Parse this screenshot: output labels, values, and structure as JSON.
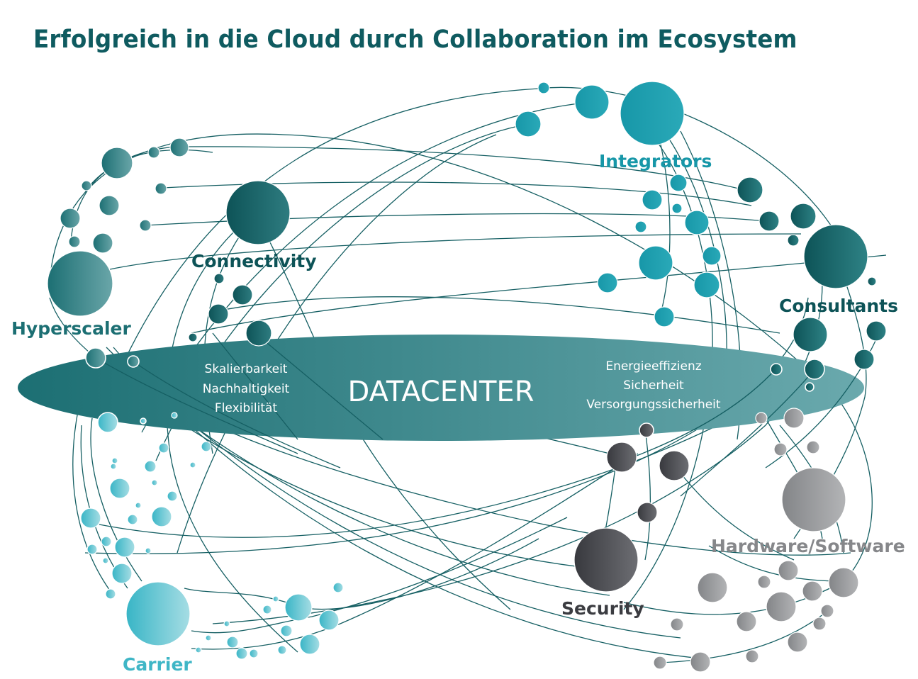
{
  "title": "Erfolgreich in die Cloud durch Collaboration im Ecosystem",
  "center": {
    "label": "DATACENTER",
    "left_attributes": [
      "Skalierbarkeit",
      "Nachhaltigkeit",
      "Flexibilität"
    ],
    "right_attributes": [
      "Energieeffizienz",
      "Sicherheit",
      "Versorgungssicherheit"
    ]
  },
  "groups": [
    {
      "id": "hyperscaler",
      "label": "Hyperscaler",
      "color": "#1c6f73",
      "light": "#6aa6a9"
    },
    {
      "id": "connectivity",
      "label": "Connectivity",
      "color": "#0d5357",
      "light": "#2e7c80"
    },
    {
      "id": "integrators",
      "label": "Integrators",
      "color": "#1797a8",
      "light": "#2aa9b8"
    },
    {
      "id": "consultants",
      "label": "Consultants",
      "color": "#0d5357",
      "light": "#2e8285"
    },
    {
      "id": "hardware-software",
      "label": "Hardware/Software",
      "color": "#838588",
      "light": "#b3b4b6"
    },
    {
      "id": "security",
      "label": "Security",
      "color": "#38393e",
      "light": "#6d6e73"
    },
    {
      "id": "carrier",
      "label": "Carrier",
      "color": "#38b5c6",
      "light": "#a6dde4"
    }
  ],
  "colors": {
    "title": "#0f5b60",
    "line": "#155f63",
    "ellipse_dark": "#1c6f73",
    "ellipse_light": "#6aa9ad"
  }
}
